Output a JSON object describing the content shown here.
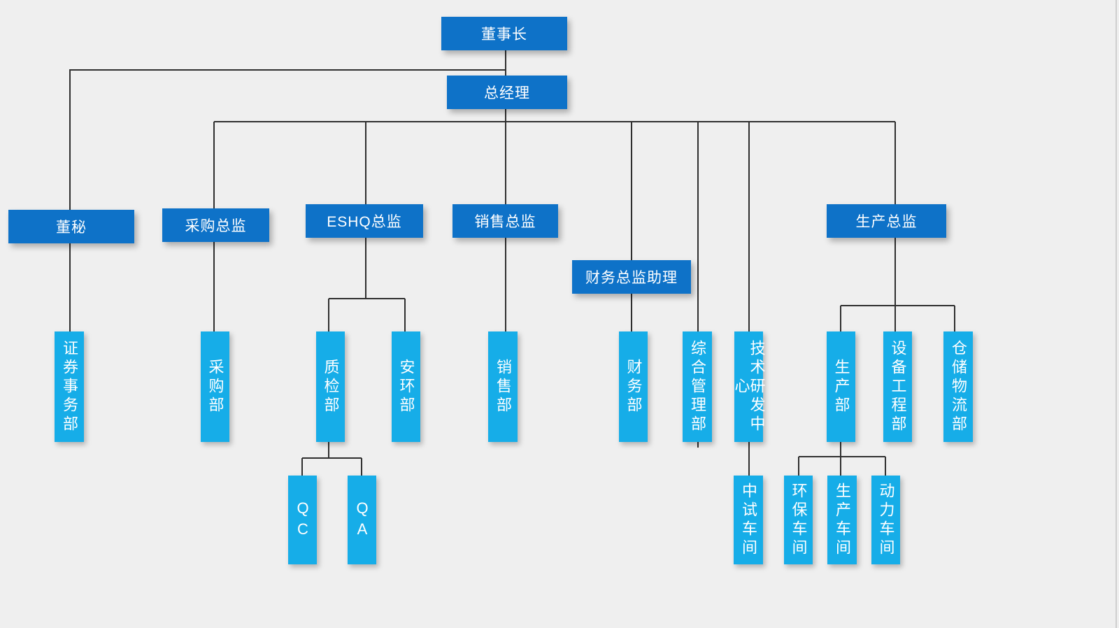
{
  "diagram": {
    "type": "org-chart",
    "colors": {
      "background": "#efefef",
      "leader_box": "#0e72c8",
      "department_box": "#16ade8",
      "connector_line": "#2f2f2f",
      "text": "#ffffff",
      "canvas_edge": "#cfcfcf"
    }
  },
  "nodes": {
    "chairman": {
      "label": "董事长"
    },
    "general_manager": {
      "label": "总经理"
    },
    "board_secretary": {
      "label": "董秘"
    },
    "procurement_director": {
      "label": "采购总监"
    },
    "eshq_director": {
      "label": "ESHQ总监"
    },
    "sales_director": {
      "label": "销售总监"
    },
    "finance_director_assistant": {
      "label": "财务总监助理"
    },
    "production_director": {
      "label": "生产总监"
    },
    "securities_affairs_dept": {
      "label": "证券事务部"
    },
    "procurement_dept": {
      "label": "采购部"
    },
    "quality_inspection_dept": {
      "label": "质检部"
    },
    "safety_env_dept": {
      "label": "安环部"
    },
    "sales_dept": {
      "label": "销售部"
    },
    "finance_dept": {
      "label": "财务部"
    },
    "general_admin_dept": {
      "label": "综合管理部"
    },
    "rnd_center": {
      "label": "技术研发中心"
    },
    "production_dept": {
      "label": "生产部"
    },
    "equipment_engineering_dept": {
      "label": "设备工程部"
    },
    "warehouse_logistics_dept": {
      "label": "仓储物流部"
    },
    "qc": {
      "label": "QC"
    },
    "qa": {
      "label": "QA"
    },
    "pilot_workshop": {
      "label": "中试车间"
    },
    "environmental_workshop": {
      "label": "环保车间"
    },
    "production_workshop": {
      "label": "生产车间"
    },
    "power_workshop": {
      "label": "动力车间"
    }
  },
  "hierarchy": {
    "chairman": {
      "board_secretary": {
        "securities_affairs_dept": {}
      },
      "general_manager": {
        "procurement_director": {
          "procurement_dept": {}
        },
        "eshq_director": {
          "quality_inspection_dept": {
            "qc": {},
            "qa": {}
          },
          "safety_env_dept": {}
        },
        "sales_director": {
          "sales_dept": {}
        },
        "finance_director_assistant": {
          "finance_dept": {}
        },
        "general_admin_dept": {},
        "rnd_center": {
          "pilot_workshop": {}
        },
        "production_director": {
          "production_dept": {
            "environmental_workshop": {},
            "production_workshop": {},
            "power_workshop": {}
          },
          "equipment_engineering_dept": {},
          "warehouse_logistics_dept": {}
        }
      }
    }
  }
}
